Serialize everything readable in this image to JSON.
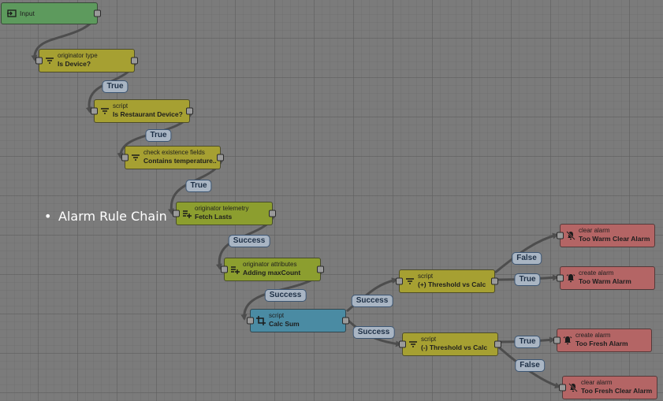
{
  "caption": "Alarm Rule Chain",
  "nodes": {
    "input": {
      "name": "Input",
      "icon": "input-icon"
    },
    "originator_type": {
      "type": "originator type",
      "name": "Is Device?",
      "icon": "filter-icon"
    },
    "script_restaurant": {
      "type": "script",
      "name": "Is Restaurant Device?",
      "icon": "filter-icon"
    },
    "check_fields": {
      "type": "check existence fields",
      "name": "Contains temperature...",
      "icon": "filter-icon"
    },
    "orig_telemetry": {
      "type": "originator telemetry",
      "name": "Fetch Lasts",
      "icon": "enrichment-icon"
    },
    "orig_attributes": {
      "type": "originator attributes",
      "name": "Adding maxCount",
      "icon": "enrichment-icon"
    },
    "calc_sum": {
      "type": "script",
      "name": "Calc Sum",
      "icon": "transform-icon"
    },
    "threshold_plus": {
      "type": "script",
      "name": "(+) Threshold vs Calc",
      "icon": "filter-icon"
    },
    "threshold_minus": {
      "type": "script",
      "name": "(-) Threshold vs Calc",
      "icon": "filter-icon"
    },
    "clear_warm": {
      "type": "clear alarm",
      "name": "Too Warm Clear Alarm",
      "icon": "alarm-off-icon"
    },
    "create_warm": {
      "type": "create alarm",
      "name": "Too Warm Alarm",
      "icon": "alarm-icon"
    },
    "create_fresh": {
      "type": "create alarm",
      "name": "Too Fresh Alarm",
      "icon": "alarm-icon"
    },
    "clear_fresh": {
      "type": "clear alarm",
      "name": "Too Fresh Clear Alarm",
      "icon": "alarm-off-icon"
    }
  },
  "edge_labels": {
    "e1": "True",
    "e2": "True",
    "e3": "True",
    "e4": "Success",
    "e5": "Success",
    "e6": "Success",
    "e7": "Success",
    "e8": "False",
    "e9": "True",
    "e10": "True",
    "e11": "False"
  },
  "colors": {
    "filter": "#a6a032",
    "enrichment": "#8c9e2f",
    "transformation": "#4a8ba3",
    "action": "#b46565",
    "input": "#5d9a5d",
    "edge": "#4d4d4d",
    "edge_label_bg": "#a9b5c3"
  }
}
